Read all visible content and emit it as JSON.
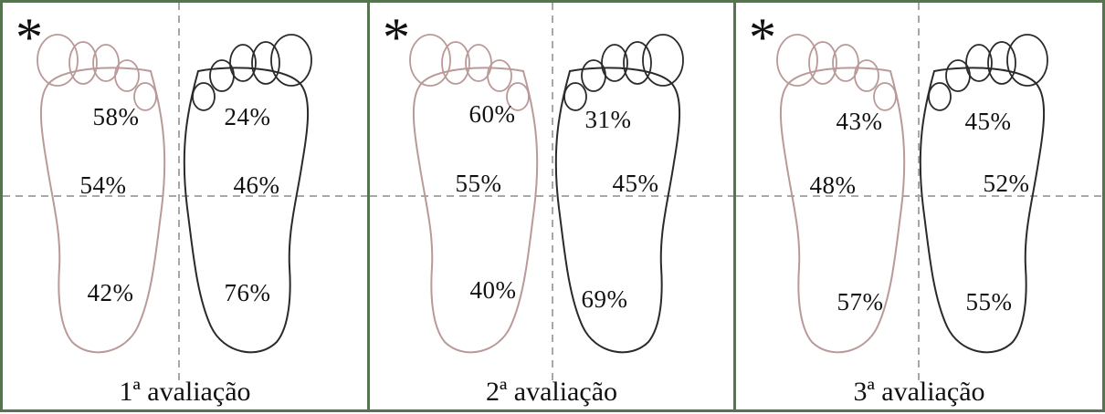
{
  "panels": [
    {
      "marker": "*",
      "caption": "1ª avaliação",
      "left_foot": {
        "top": "58%",
        "mid": "54%",
        "bottom": "42%"
      },
      "right_foot": {
        "top": "24%",
        "mid": "46%",
        "bottom": "76%"
      }
    },
    {
      "marker": "*",
      "caption": "2ª avaliação",
      "left_foot": {
        "top": "60%",
        "mid": "55%",
        "bottom": "40%"
      },
      "right_foot": {
        "top": "31%",
        "mid": "45%",
        "bottom": "69%"
      }
    },
    {
      "marker": "*",
      "caption": "3ª avaliação",
      "left_foot": {
        "top": "43%",
        "mid": "48%",
        "bottom": "57%"
      },
      "right_foot": {
        "top": "45%",
        "mid": "52%",
        "bottom": "55%"
      }
    }
  ],
  "colors": {
    "frame": "#55744f",
    "left_foot_outline": "#b99a98",
    "right_foot_outline": "#2a2a2a",
    "divider": "#a8a8a8"
  }
}
